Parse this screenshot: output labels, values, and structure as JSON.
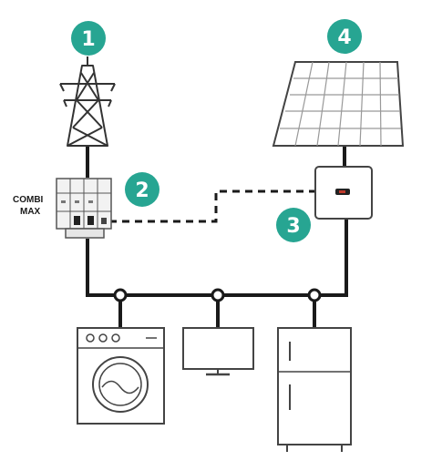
{
  "badges": {
    "grid": "1",
    "combi_max": "2",
    "inverter": "3",
    "solar_panel": "4"
  },
  "combi_max": {
    "label_line1": "COMBI",
    "label_line2": "MAX"
  },
  "colors": {
    "badge": "#27a592",
    "line": "#1a1a1a",
    "outline": "#444444",
    "panel": "#d9d9d9",
    "accent": "#c0392b"
  },
  "icons": [
    "transmission-tower-icon",
    "combi-max-device-icon",
    "solar-panel-icon",
    "inverter-icon",
    "washing-machine-icon",
    "monitor-icon",
    "refrigerator-icon"
  ]
}
